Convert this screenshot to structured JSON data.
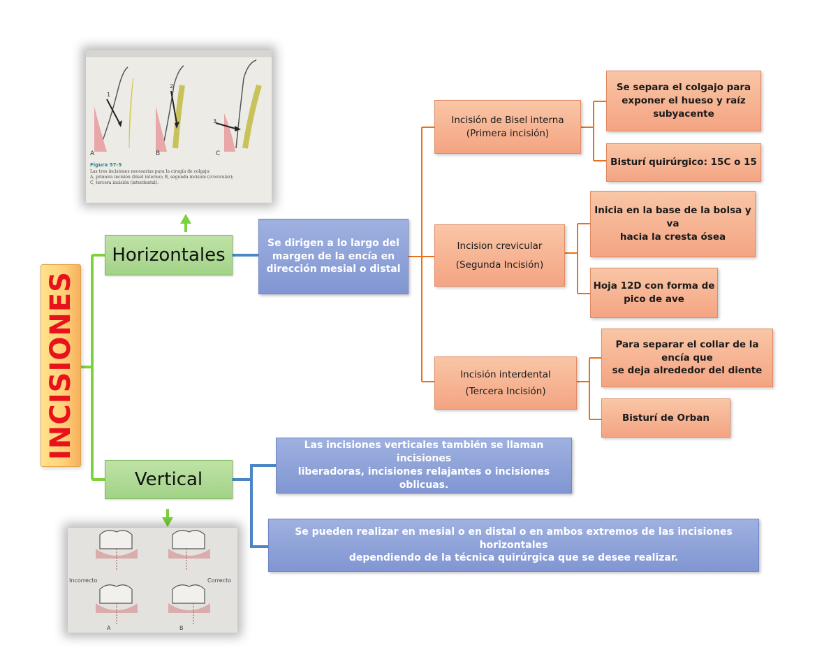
{
  "title": "INCISIONES",
  "branches": {
    "horizontal": "Horizontales",
    "vertical": "Vertical"
  },
  "horizontal_description": "Se dirigen a lo largo del\nmargen de la encía en\ndirección mesial o distal",
  "incisions": [
    {
      "label": "Incisión de Bisel interna\n(Primera incisión)",
      "details": [
        "Se separa el colgajo para\nexponer el hueso y raíz\nsubyacente",
        "Bisturí quirúrgico: 15C o 15"
      ]
    },
    {
      "label": "Incision crevicular\n(Segunda Incisión)",
      "details": [
        "Inicia en la base de la bolsa y va\nhacia la cresta ósea",
        "Hoja 12D con forma de\npico de ave"
      ]
    },
    {
      "label": "Incisión interdental\n(Tercera Incisión)",
      "details": [
        "Para separar el collar de la encía que\nse deja alrededor del diente",
        "Bisturí de Orban"
      ]
    }
  ],
  "vertical_notes": [
    "Las incisiones verticales también se llaman incisiones\nliberadoras, incisiones relajantes o incisiones oblicuas.",
    "Se pueden realizar en mesial o en distal o en ambos extremos de las incisiones horizontales\ndependiendo de la técnica quirúrgica que se desee realizar."
  ],
  "photo_top": {
    "figure_label": "Figura 57-5",
    "caption": "Las tres incisiones necesarias para la cirugía de colgajo:\nA, primera incisión (bisel interno); B, segunda incisión (crevicular);\nC, tercera incisión (interdental).",
    "panels": [
      "A",
      "B",
      "C"
    ],
    "arrows": [
      "1",
      "2",
      "3"
    ]
  },
  "photo_bottom": {
    "labels": [
      "Incorrecto",
      "Correcto",
      "A",
      "B"
    ]
  },
  "colors": {
    "green_line": "#7bd23c",
    "blue_line": "#4a86c6",
    "orange_line": "#e8721c",
    "title_text": "#e8121c"
  }
}
